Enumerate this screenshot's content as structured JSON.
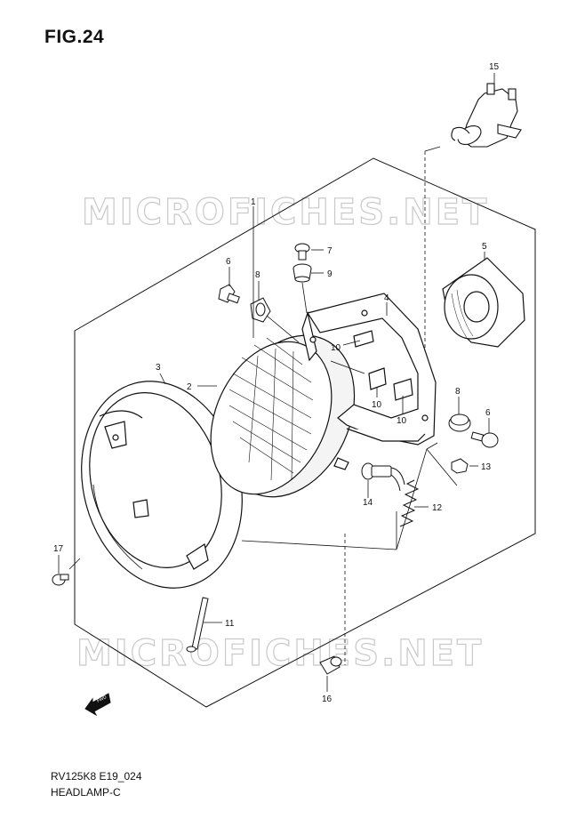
{
  "figure": {
    "title": "FIG.24"
  },
  "footer": {
    "model_code": "RV125K8 E19_024",
    "section_name": "HEADLAMP-C"
  },
  "watermark": {
    "text": "MICROFICHES.NET"
  },
  "fwd_label": "FWD",
  "callouts": {
    "c1": "1",
    "c2": "2",
    "c3": "3",
    "c4": "4",
    "c5": "5",
    "c6a": "6",
    "c6b": "6",
    "c7": "7",
    "c8a": "8",
    "c8b": "8",
    "c9": "9",
    "c10a": "10",
    "c10b": "10",
    "c10c": "10",
    "c11": "11",
    "c12": "12",
    "c13": "13",
    "c14": "14",
    "c15": "15",
    "c16": "16",
    "c17": "17"
  }
}
